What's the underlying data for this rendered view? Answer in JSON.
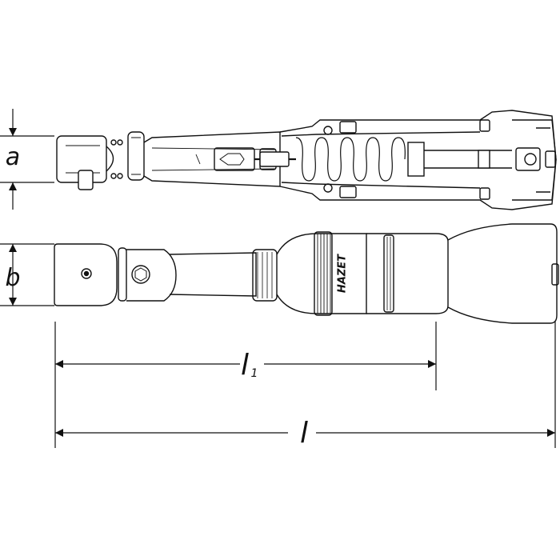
{
  "dimensions": {
    "a": "a",
    "b": "b",
    "l1_main": "l",
    "l1_sub": "1",
    "l": "l"
  },
  "brand": {
    "text": "HAZET"
  },
  "colors": {
    "stroke": "#111111",
    "background": "#ffffff"
  }
}
